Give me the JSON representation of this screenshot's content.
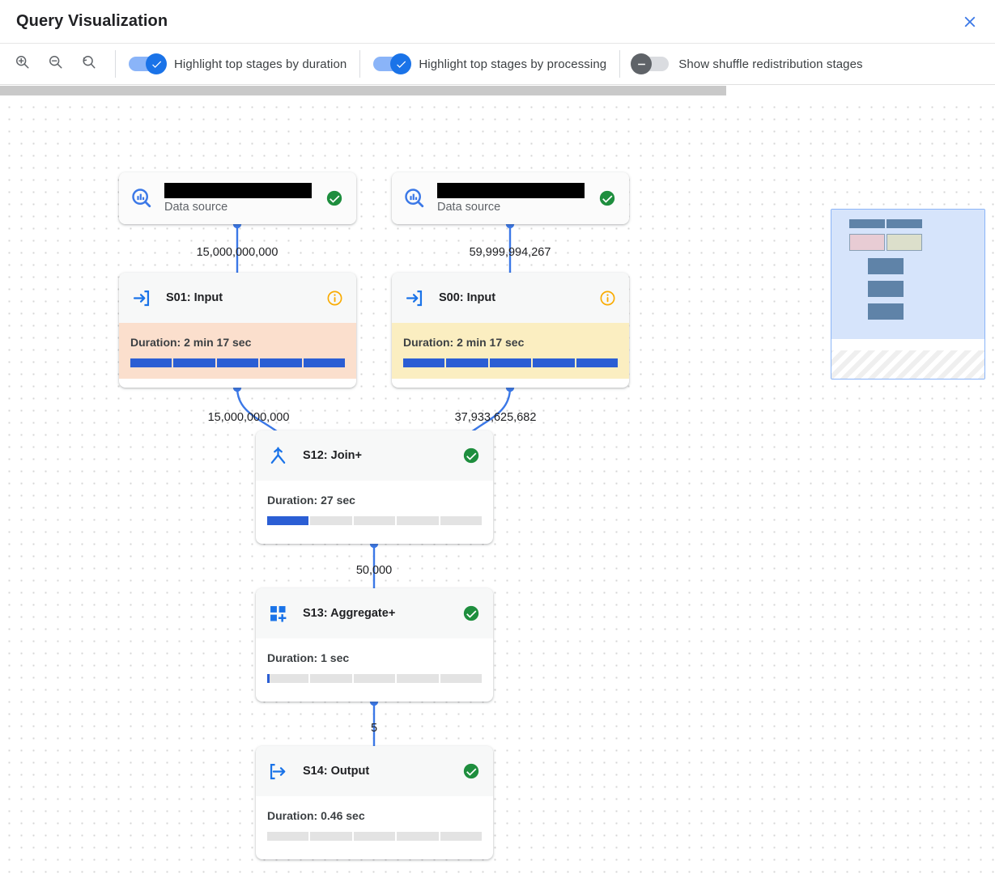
{
  "header": {
    "title": "Query Visualization",
    "close_icon": "close-icon"
  },
  "toolbar": {
    "zoom_in_icon": "zoom-in-icon",
    "zoom_out_icon": "zoom-out-icon",
    "zoom_reset_icon": "zoom-reset-icon",
    "toggles": [
      {
        "label": "Highlight top stages by duration",
        "state": "on"
      },
      {
        "label": "Highlight top stages by processing",
        "state": "on"
      },
      {
        "label": "Show shuffle redistribution stages",
        "state": "off"
      }
    ]
  },
  "colors": {
    "accent": "#1a73e8",
    "switch_on_track": "#8ab4f8",
    "switch_off_track": "#dadce0",
    "success": "#1e8e3e",
    "info": "#f9ab00",
    "highlight_duration": "#fbdfcd",
    "highlight_processing": "#fbeec1",
    "progress_fill": "#2b5ed4",
    "progress_empty": "#e3e3e3",
    "edge": "#3b78e7"
  },
  "graph": {
    "nodes": [
      {
        "id": "ds-left",
        "kind": "data-source",
        "icon": "bigquery-data-source-icon",
        "title": "",
        "redacted": true,
        "subtitle": "Data source",
        "status": "success"
      },
      {
        "id": "ds-right",
        "kind": "data-source",
        "icon": "bigquery-data-source-icon",
        "title": "",
        "redacted": true,
        "subtitle": "Data source",
        "status": "success"
      },
      {
        "id": "S01",
        "kind": "stage",
        "icon": "input-arrow-icon",
        "title": "S01: Input",
        "status": "info",
        "duration": "Duration: 2 min 17 sec",
        "progress": 100,
        "highlight": "duration"
      },
      {
        "id": "S00",
        "kind": "stage",
        "icon": "input-arrow-icon",
        "title": "S00: Input",
        "status": "info",
        "duration": "Duration: 2 min 17 sec",
        "progress": 100,
        "highlight": "processing"
      },
      {
        "id": "S12",
        "kind": "stage",
        "icon": "join-icon",
        "title": "S12: Join+",
        "status": "success",
        "duration": "Duration: 27 sec",
        "progress": 20,
        "highlight": "none"
      },
      {
        "id": "S13",
        "kind": "stage",
        "icon": "aggregate-icon",
        "title": "S13: Aggregate+",
        "status": "success",
        "duration": "Duration: 1 sec",
        "progress": 1,
        "highlight": "none"
      },
      {
        "id": "S14",
        "kind": "stage",
        "icon": "output-arrow-icon",
        "title": "S14: Output",
        "status": "success",
        "duration": "Duration: 0.46 sec",
        "progress": 0,
        "highlight": "none"
      }
    ],
    "edges": [
      {
        "from": "ds-left",
        "to": "S01",
        "label": "15,000,000,000"
      },
      {
        "from": "ds-right",
        "to": "S00",
        "label": "59,999,994,267"
      },
      {
        "from": "S01",
        "to": "S12",
        "label": "15,000,000,000"
      },
      {
        "from": "S00",
        "to": "S12",
        "label": "37,933,625,682"
      },
      {
        "from": "S12",
        "to": "S13",
        "label": "50,000"
      },
      {
        "from": "S13",
        "to": "S14",
        "label": "5"
      }
    ]
  },
  "minimap": {
    "name": "minimap"
  }
}
